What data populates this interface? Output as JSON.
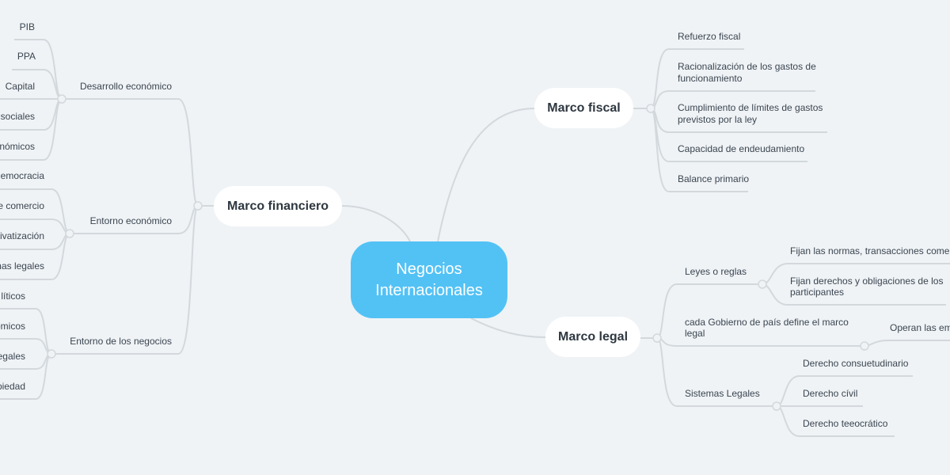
{
  "center": {
    "line1": "Negocios",
    "line2": "Internacionales"
  },
  "fiscal": {
    "label": "Marco fiscal",
    "items": [
      "Refuerzo fiscal",
      "Racionalización de los gastos de",
      "funcionamiento",
      "Cumplimiento de límites de gastos",
      "previstos por la ley",
      "Capacidad de endeudamiento",
      "Balance primario"
    ]
  },
  "financiero": {
    "label": "Marco financiero",
    "desarrollo": {
      "label": "Desarrollo económico",
      "items": [
        "PIB",
        "PPA",
        "Capital",
        "sociales",
        "nómicos"
      ]
    },
    "entorno_eco": {
      "label": "Entorno económico",
      "items": [
        "democracia",
        "e comercio",
        "ivatización",
        "nas legales"
      ]
    },
    "entorno_neg": {
      "label": "Entorno de los negocios",
      "items": [
        "líticos",
        "omicos",
        "egales",
        "piedad"
      ]
    }
  },
  "legal": {
    "label": "Marco legal",
    "leyes": {
      "label": "Leyes o reglas",
      "items": [
        "Fijan las normas, transacciones comerc",
        "Fijan derechos y obligaciones de los",
        "participantes"
      ]
    },
    "gobierno": {
      "label1": "cada Gobierno de país define el marco",
      "label2": "legal",
      "items": [
        "Operan las em"
      ]
    },
    "sistemas": {
      "label": "Sistemas Legales",
      "items": [
        "Derecho consuetudinario",
        "Derecho cívil",
        "Derecho teeocrático"
      ]
    }
  }
}
